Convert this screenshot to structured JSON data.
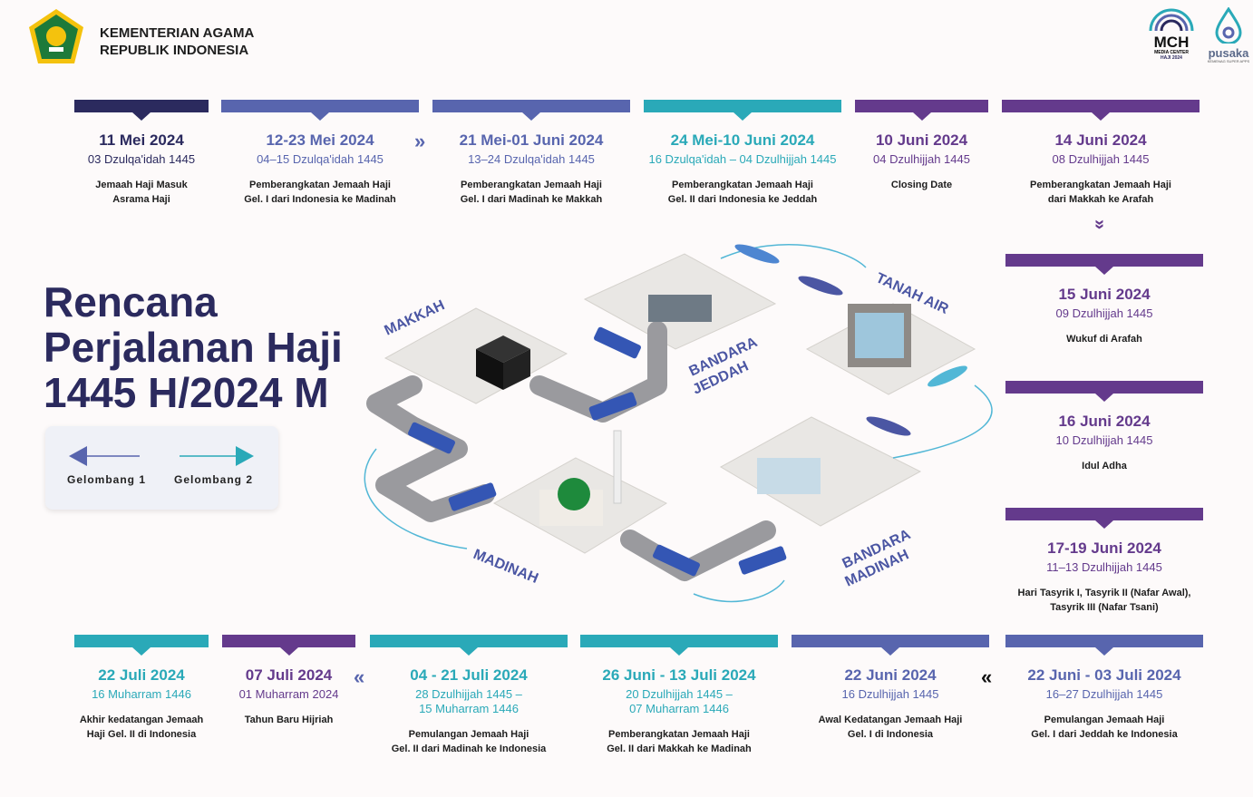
{
  "header": {
    "org_line1": "KEMENTERIAN AGAMA",
    "org_line2": "REPUBLIK INDONESIA",
    "logo_mch": "MCH",
    "logo_mch_sub1": "MEDIA CENTER",
    "logo_mch_sub2": "HAJI 2024",
    "logo_pusaka": "pusaka",
    "logo_pusaka_sub": "KEMENAG SUPER APPS"
  },
  "title": "Rencana\nPerjalanan Haji\n1445 H/2024 M",
  "legend": {
    "wave1": "Gelombang 1",
    "wave2": "Gelombang 2"
  },
  "colors": {
    "navy": "#2b2a5e",
    "blue": "#5865ae",
    "teal": "#2aa9b8",
    "purple": "#643a8c"
  },
  "top_row": [
    {
      "date": "11 Mei 2024",
      "hijri": "03 Dzulqa'idah 1445",
      "desc": "Jemaah Haji Masuk\nAsrama Haji",
      "color": "#2b2a5e"
    },
    {
      "date": "12-23 Mei 2024",
      "hijri": "04–15 Dzulqa'idah 1445",
      "desc": "Pemberangkatan Jemaah Haji\nGel. I dari Indonesia ke Madinah",
      "color": "#5865ae"
    },
    {
      "date": "21 Mei-01 Juni 2024",
      "hijri": "13–24 Dzulqa'idah 1445",
      "desc": "Pemberangkatan Jemaah Haji\nGel. I dari Madinah ke Makkah",
      "color": "#5865ae"
    },
    {
      "date": "24 Mei-10 Juni 2024",
      "hijri": "16 Dzulqa'idah – 04 Dzulhijjah 1445",
      "desc": "Pemberangkatan Jemaah Haji\nGel. II dari Indonesia ke Jeddah",
      "color": "#2aa9b8"
    },
    {
      "date": "10 Juni 2024",
      "hijri": "04 Dzulhijjah 1445",
      "desc": "Closing Date",
      "color": "#643a8c"
    },
    {
      "date": "14 Juni 2024",
      "hijri": "08 Dzulhijjah 1445",
      "desc": "Pemberangkatan Jemaah Haji\ndari Makkah ke Arafah",
      "color": "#643a8c"
    }
  ],
  "right_column": [
    {
      "date": "15 Juni 2024",
      "hijri": "09 Dzulhijjah 1445",
      "desc": "Wukuf di Arafah",
      "color": "#643a8c"
    },
    {
      "date": "16 Juni 2024",
      "hijri": "10 Dzulhijjah 1445",
      "desc": "Idul Adha",
      "color": "#643a8c"
    },
    {
      "date": "17-19 Juni 2024",
      "hijri": "11–13 Dzulhijjah 1445",
      "desc": "Hari Tasyrik I, Tasyrik II (Nafar Awal),\nTasyrik III (Nafar Tsani)",
      "color": "#643a8c"
    }
  ],
  "bottom_row": [
    {
      "date": "22 Juli 2024",
      "hijri": "16 Muharram 1446",
      "desc": "Akhir kedatangan Jemaah\nHaji Gel. II di Indonesia",
      "color": "#2aa9b8"
    },
    {
      "date": "07 Juli 2024",
      "hijri": "01 Muharram 2024",
      "desc": "Tahun Baru Hijriah",
      "color": "#643a8c"
    },
    {
      "date": "04 - 21 Juli 2024",
      "hijri": "28 Dzulhijjah 1445 –\n15 Muharram 1446",
      "desc": "Pemulangan Jemaah Haji\nGel. II dari Madinah ke Indonesia",
      "color": "#2aa9b8"
    },
    {
      "date": "26 Juni - 13 Juli 2024",
      "hijri": "20 Dzulhijjah 1445 –\n07 Muharram 1446",
      "desc": "Pemberangkatan Jemaah Haji\nGel. II dari Makkah ke Madinah",
      "color": "#2aa9b8"
    },
    {
      "date": "22 Juni 2024",
      "hijri": "16 Dzulhijjah 1445",
      "desc": "Awal Kedatangan Jemaah Haji\nGel. I di Indonesia",
      "color": "#5865ae"
    },
    {
      "date": "22 Juni - 03 Juli 2024",
      "hijri": "16–27 Dzulhijjah 1445",
      "desc": "Pemulangan Jemaah Haji\nGel. I dari Jeddah ke Indonesia",
      "color": "#5865ae"
    }
  ],
  "map_labels": {
    "makkah": "MAKKAH",
    "jeddah1": "BANDARA",
    "jeddah2": "JEDDAH",
    "tanah_air": "TANAH AIR",
    "madinah_airport1": "BANDARA",
    "madinah_airport2": "MADINAH",
    "madinah": "MADINAH"
  },
  "chevrons": {
    "forward": "»",
    "back": "«"
  }
}
